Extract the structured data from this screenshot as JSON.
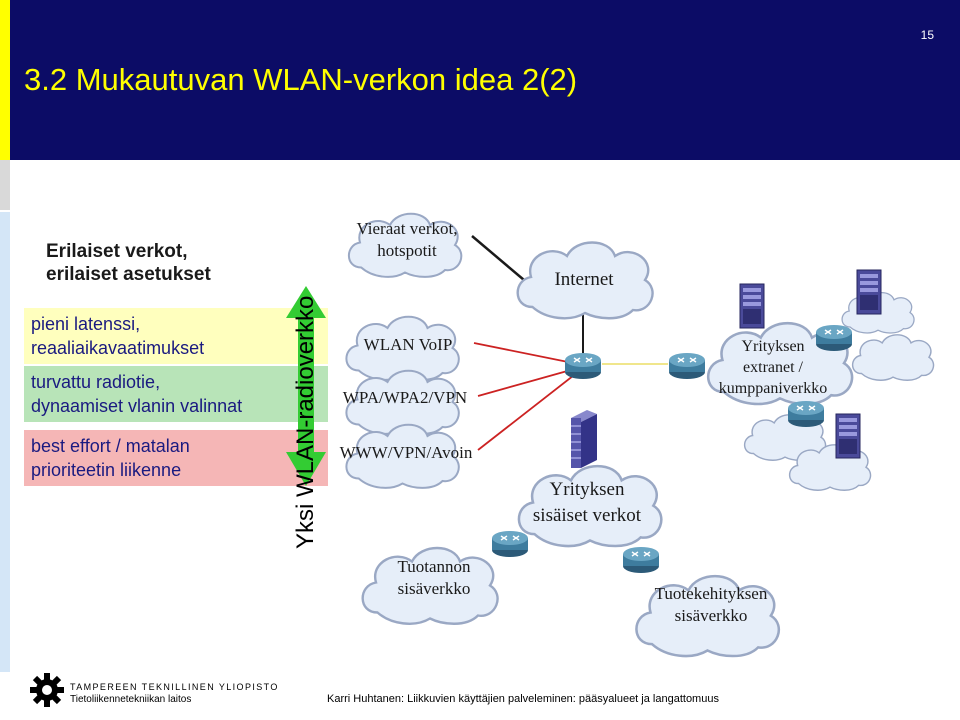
{
  "slide": {
    "title": "3.2 Mukautuvan WLAN-verkon idea 2(2)",
    "page_number": "15"
  },
  "left_panel": {
    "heading_line1": "Erilaiset verkot,",
    "heading_line2": "erilaiset asetukset",
    "bands": [
      {
        "line1": "pieni latenssi,",
        "line2": "reaaliaikavaatimukset",
        "color": "#ffffbe"
      },
      {
        "line1": "turvattu radiotie,",
        "line2": "dynaamiset vlanin valinnat",
        "color": "#b8e4b8"
      },
      {
        "line1": "best effort / matalan",
        "line2": "prioriteetin liikenne",
        "color": "#f5b6b6"
      }
    ],
    "vertical_label": "Yksi WLAN-radioverkko",
    "arrow_color": "#33cc33"
  },
  "diagram": {
    "clouds": {
      "guest_line1": "Vieraat verkot,",
      "guest_line2": "hotspotit",
      "wlan_voip": "WLAN VoIP",
      "wpa": "WPA/WPA2/VPN",
      "www": "WWW/VPN/Avoin",
      "internet": "Internet",
      "internal_line1": "Yrityksen",
      "internal_line2": "sisäiset verkot",
      "production_line1": "Tuotannon",
      "production_line2": "sisäverkko",
      "rnd_line1": "Tuotekehityksen",
      "rnd_line2": "sisäverkko",
      "extranet_line1": "Yrityksen",
      "extranet_line2": "extranet /",
      "extranet_line3": "kumppaniverkko"
    }
  },
  "footer": {
    "text": "Karri Huhtanen: Liikkuvien käyttäjien palveleminen: pääsyalueet ja langattomuus",
    "logo_name": "TAMPEREEN TEKNILLINEN YLIOPISTO",
    "logo_department": "Tietoliikennetekniikan laitos"
  },
  "colors": {
    "header_bg": "#0c0c66",
    "title_color": "#ffff00",
    "cloud_fill": "#e6eef9",
    "link_red": "#cc2222",
    "link_yellow": "#f0e68c"
  }
}
